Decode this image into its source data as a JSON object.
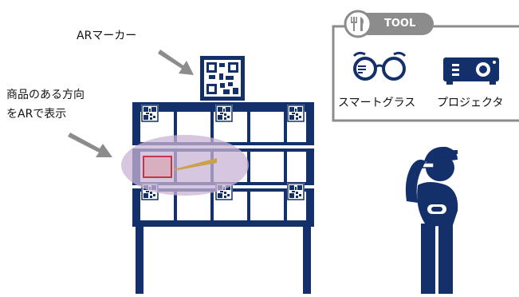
{
  "labels": {
    "ar_marker": "ARマーカー",
    "product_direction_line1": "商品のある方向",
    "product_direction_line2": "をARで表示",
    "tool_title": "TOOL",
    "smart_glass": "スマートグラス",
    "projector": "プロジェクタ"
  },
  "icons": {
    "tool": "fork-knife-icon",
    "glasses": "smart-glasses-icon",
    "projector": "projector-icon",
    "pointer": "arrow-pointer-icon",
    "qr": "qr-marker-icon",
    "person": "person-with-smart-glasses-icon"
  },
  "colors": {
    "navy": "#14306a",
    "gray": "#8c8c8c",
    "highlight": "#c8b3d6",
    "box": "#c0374a",
    "beam": "#c9a24a"
  }
}
